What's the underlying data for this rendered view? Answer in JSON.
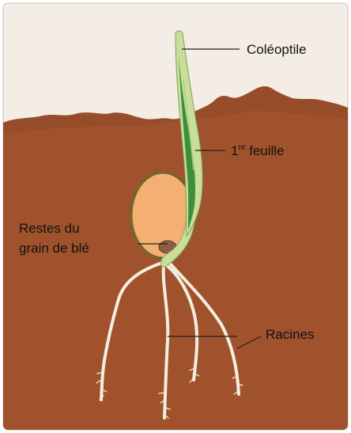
{
  "labels": {
    "coleoptile": "Coléoptile",
    "first_leaf_number": "1",
    "first_leaf_sup": "re",
    "first_leaf_word": " feuille",
    "remains_line1": "Restes du",
    "remains_line2": "grain de blé",
    "roots": "Racines"
  },
  "colors": {
    "sky": "#f4ede6",
    "soil": "#a0522d",
    "soil_dark": "#8a4425",
    "seed": "#f4b072",
    "seed_outline": "#6e6a2a",
    "coleoptile": "#c9de9a",
    "leaf": "#3f8f3a",
    "root": "#f3eedf",
    "leader_line": "#222222",
    "frame": "#c9c3bc"
  }
}
